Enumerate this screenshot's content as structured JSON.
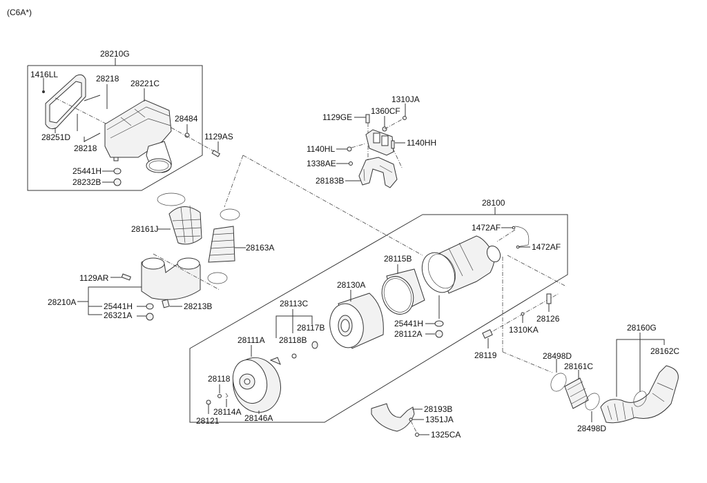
{
  "header": {
    "model_code": "(C6A*)"
  },
  "groups": {
    "air_cleaner_upper": "28210G",
    "air_cleaner_assy": "28100",
    "hose_assy": "28160G",
    "duct_lower": "28210A",
    "filter_kit": "28113C"
  },
  "labels": {
    "p1416LL": "1416LL",
    "p28218a": "28218",
    "p28221C": "28221C",
    "p28484": "28484",
    "p1129AS": "1129AS",
    "p28251D": "28251D",
    "p28218b": "28218",
    "p25441H_a": "25441H",
    "p28232B": "28232B",
    "p1310JA": "1310JA",
    "p1360CF": "1360CF",
    "p1129GE": "1129GE",
    "p1140HL": "1140HL",
    "p1140HH": "1140HH",
    "p1338AE": "1338AE",
    "p28183B": "28183B",
    "p28161J": "28161J",
    "p28163A": "28163A",
    "p1129AR": "1129AR",
    "p25441H_b": "25441H",
    "p26321A": "26321A",
    "p28213B": "28213B",
    "p1472AF_a": "1472AF",
    "p1472AF_b": "1472AF",
    "p28115B": "28115B",
    "p28130A": "28130A",
    "p28117B": "28117B",
    "p28118B": "28118B",
    "p28111A": "28111A",
    "p25441H_c": "25441H",
    "p28112A": "28112A",
    "p28126": "28126",
    "p1310KA": "1310KA",
    "p28119": "28119",
    "p28118": "28118",
    "p28114A": "28114A",
    "p28121": "28121",
    "p28146A": "28146A",
    "p28498D_a": "28498D",
    "p28161C": "28161C",
    "p28162C": "28162C",
    "p28498D_b": "28498D",
    "p28193B": "28193B",
    "p1351JA": "1351JA",
    "p1325CA": "1325CA"
  }
}
